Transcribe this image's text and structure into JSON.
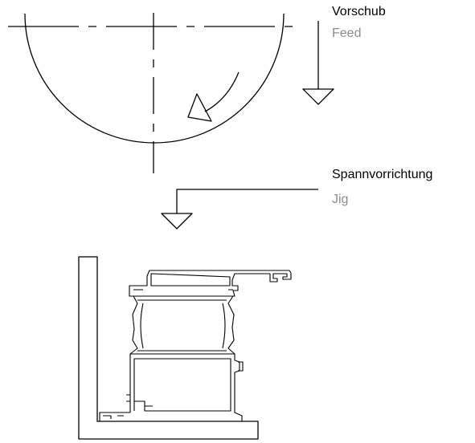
{
  "labels": {
    "feed_de": "Vorschub",
    "feed_en": "Feed",
    "jig_de": "Spannvorrichtung",
    "jig_en": "Jig"
  },
  "colors": {
    "line": "#000000",
    "label_primary": "#000000",
    "label_secondary": "#8c8c8c"
  }
}
